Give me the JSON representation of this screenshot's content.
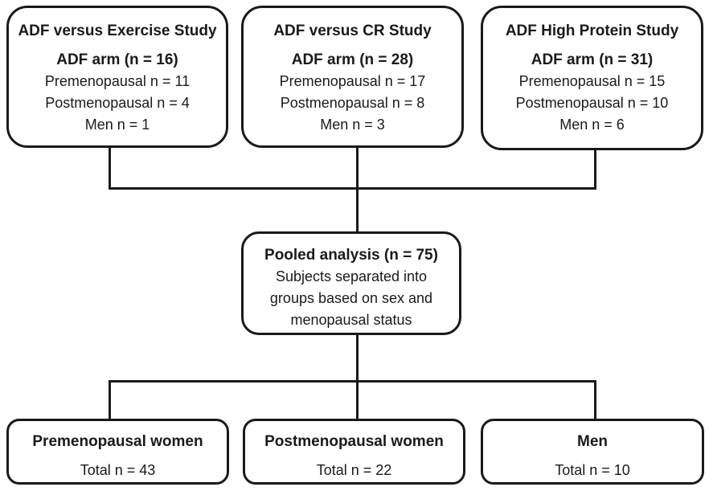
{
  "diagram": {
    "top_boxes": [
      {
        "title": "ADF versus Exercise Study",
        "subtitle": "ADF arm (n = 16)",
        "lines": [
          "Premenopausal n = 11",
          "Postmenopausal n = 4",
          "Men n = 1"
        ]
      },
      {
        "title": "ADF versus CR Study",
        "subtitle": "ADF arm (n = 28)",
        "lines": [
          "Premenopausal n = 17",
          "Postmenopausal n = 8",
          "Men n = 3"
        ]
      },
      {
        "title": "ADF High Protein Study",
        "subtitle": "ADF arm (n = 31)",
        "lines": [
          "Premenopausal n = 15",
          "Postmenopausal n = 10",
          "Men n = 6"
        ]
      }
    ],
    "pooled": {
      "title": "Pooled analysis (n = 75)",
      "body": "Subjects separated into groups based on sex and menopausal status"
    },
    "bottom_boxes": [
      {
        "label": "Premenopausal women",
        "total": "Total n = 43"
      },
      {
        "label": "Postmenopausal women",
        "total": "Total n = 22"
      },
      {
        "label": "Men",
        "total": "Total n = 10"
      }
    ],
    "colors": {
      "line": "#1a1a1a",
      "background": "#ffffff",
      "text": "#1a1a1a"
    }
  }
}
